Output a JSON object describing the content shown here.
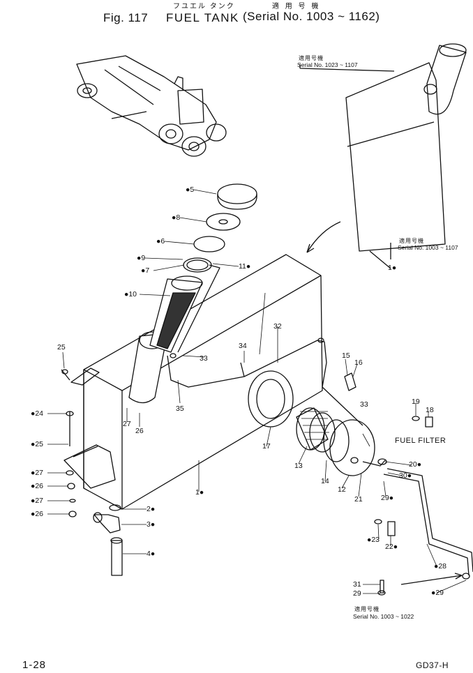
{
  "header": {
    "fig": "Fig. 117",
    "title": "FUEL  TANK",
    "title_jp": "フユエル タンク",
    "applic_jp": "適 用 号 機",
    "serial": "(Serial No. 1003 ~ 1162)"
  },
  "notes": [
    {
      "jp": "適用号機",
      "text": "Serial No. 1023 ~ 1107"
    },
    {
      "jp": "適用号機",
      "text": "Serial No. 1003 ~ 1107"
    },
    {
      "jp": "適用号機",
      "text": "Serial No. 1003 ~ 1022"
    }
  ],
  "fuel_filter_label": "FUEL FILTER",
  "callouts": {
    "c1a": "1",
    "c1b": "1",
    "c2": "2",
    "c3": "3",
    "c4": "4",
    "c5": "5",
    "c6": "6",
    "c7": "7",
    "c8": "8",
    "c9": "9",
    "c10": "10",
    "c11": "11",
    "c12": "12",
    "c13": "13",
    "c14": "14",
    "c15": "15",
    "c16": "16",
    "c17": "17",
    "c18": "18",
    "c19": "19",
    "c20": "20",
    "c21": "21",
    "c22": "22",
    "c23": "23",
    "c24": "24",
    "c25a": "25",
    "c25b": "25",
    "c26a": "26",
    "c26b": "26",
    "c26c": "26",
    "c27a": "27",
    "c27b": "27",
    "c27c": "27",
    "c28": "28",
    "c29a": "29",
    "c29b": "29",
    "c29c": "29",
    "c30": "30",
    "c31": "31",
    "c32": "32",
    "c33a": "33",
    "c33b": "33",
    "c34": "34",
    "c35": "35"
  },
  "footer": {
    "page": "1-28",
    "code": "GD37-H"
  }
}
